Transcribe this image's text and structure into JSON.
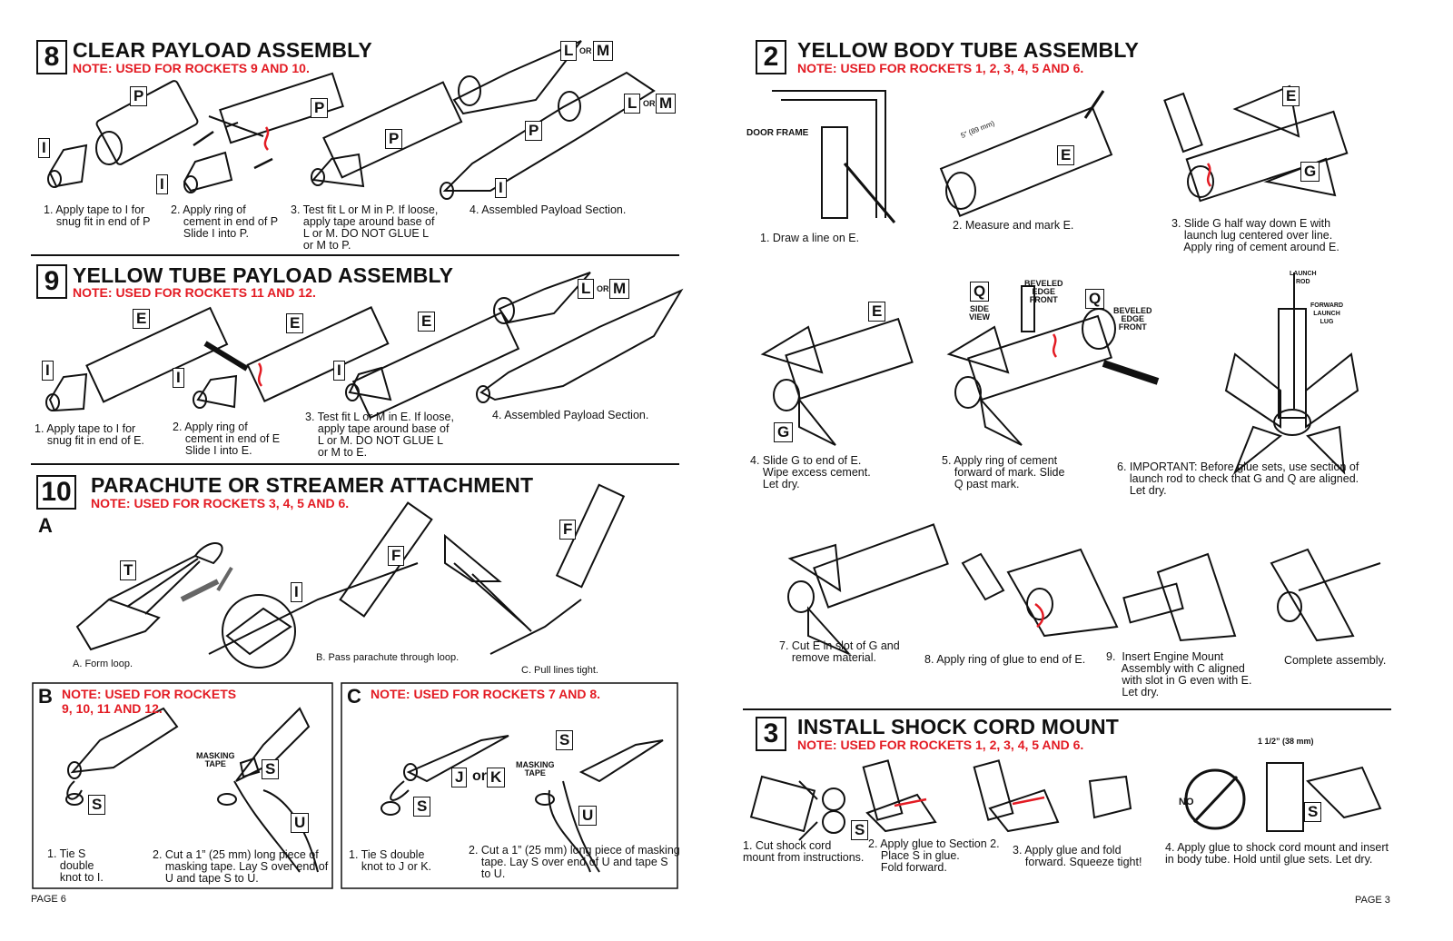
{
  "page_left": "PAGE 6",
  "page_right": "PAGE 3",
  "s8": {
    "num": "8",
    "title": "CLEAR PAYLOAD ASSEMBLY",
    "note": "NOTE: USED FOR ROCKETS 9 AND 10.",
    "labels": [
      "P",
      "I",
      "I",
      "P",
      "P",
      "P",
      "I",
      "L",
      "OR",
      "M",
      "L",
      "OR",
      "M"
    ],
    "steps": [
      "1. Apply tape to I for\n    snug fit in end of P",
      "2. Apply ring of\n    cement in end of P\n    Slide I into P.",
      "3. Test fit L or M in P. If loose,\n    apply tape around base of\n    L or M. DO NOT GLUE L\n    or M to P.",
      "4. Assembled Payload Section."
    ]
  },
  "s9": {
    "num": "9",
    "title": "YELLOW TUBE PAYLOAD ASSEMBLY",
    "note": "NOTE: USED FOR ROCKETS 11 AND 12.",
    "labels": [
      "E",
      "I",
      "E",
      "I",
      "E",
      "I",
      "L",
      "OR",
      "M"
    ],
    "steps": [
      "1. Apply tape to I for\n    snug fit in end of E.",
      "2. Apply ring of\n    cement in end of E\n    Slide I into E.",
      "3. Test fit L or M in E. If loose,\n    apply tape around base of\n    L or M. DO NOT GLUE L\n    or M to E.",
      "4. Assembled Payload Section."
    ]
  },
  "s10": {
    "num": "10",
    "title": "PARACHUTE OR STREAMER ATTACHMENT",
    "note": "NOTE: USED FOR ROCKETS 3, 4, 5 AND 6.",
    "a": "A",
    "labels": [
      "T",
      "I",
      "F",
      "F"
    ],
    "caps": [
      "A. Form loop.",
      "B. Pass parachute through loop.",
      "C. Pull lines tight."
    ],
    "b": {
      "letter": "B",
      "note": "NOTE: USED FOR ROCKETS\n9, 10, 11 AND 12.",
      "masking": "MASKING\nTAPE",
      "labels": [
        "S",
        "S",
        "U"
      ],
      "steps": [
        "1. Tie S\n    double\n    knot to I.",
        "2. Cut a 1” (25 mm) long piece of\n    masking tape. Lay S over end of\n    U and tape S to U."
      ]
    },
    "c": {
      "letter": "C",
      "note": "NOTE: USED FOR ROCKETS 7 AND 8.",
      "masking": "MASKING\nTAPE",
      "labels": [
        "S",
        "J",
        "or",
        "K",
        "S",
        "U"
      ],
      "steps": [
        "1. Tie S double\n    knot to J or K.",
        "2. Cut a 1” (25 mm) long piece of masking\n    tape. Lay S over end of U and tape S\n    to U."
      ]
    }
  },
  "s2": {
    "num": "2",
    "title": "YELLOW BODY TUBE ASSEMBLY",
    "note": "NOTE: USED FOR ROCKETS 1, 2, 3, 4, 5 AND 6.",
    "door": "DOOR FRAME",
    "measure": "5” (89 mm)",
    "beveled": "BEVELED\nEDGE\nFRONT",
    "sideview": "SIDE\nVIEW",
    "launchrod": "LAUNCH\nROD",
    "fwdlug": "FORWARD\nLAUNCH\nLUG",
    "labels": [
      "E",
      "E",
      "G",
      "E",
      "G",
      "Q",
      "Q"
    ],
    "steps": [
      "1. Draw a line on E.",
      "2. Measure and mark E.",
      "3. Slide G half way down E with\n    launch lug centered over line.\n    Apply ring of cement around E.",
      "4. Slide G to end of E.\n    Wipe excess cement.\n    Let dry.",
      "5. Apply ring of cement\n    forward of mark. Slide\n    Q past mark.",
      "6. IMPORTANT: Before glue sets, use section of\n    launch rod to check that G and Q are aligned.\n    Let dry.",
      "7. Cut E in slot of G and\n    remove material.",
      "8. Apply ring of glue to end of E.",
      "9.  Insert Engine Mount\n     Assembly with C aligned\n     with slot in G even with E.\n     Let dry.",
      "Complete assembly."
    ]
  },
  "s3": {
    "num": "3",
    "title": "INSTALL SHOCK CORD MOUNT",
    "note": "NOTE: USED FOR ROCKETS 1, 2, 3, 4, 5 AND 6.",
    "dim": "1 1/2” (38 mm)",
    "no": "NO",
    "labels": [
      "S",
      "S"
    ],
    "steps": [
      "1. Cut shock cord\nmount from instructions.",
      "2. Apply glue to Section 2.\n    Place S in glue.\n    Fold forward.",
      "3. Apply glue and fold\n    forward. Squeeze tight!",
      "4. Apply glue to shock cord mount and insert\nin body tube. Hold until glue sets. Let dry."
    ]
  }
}
